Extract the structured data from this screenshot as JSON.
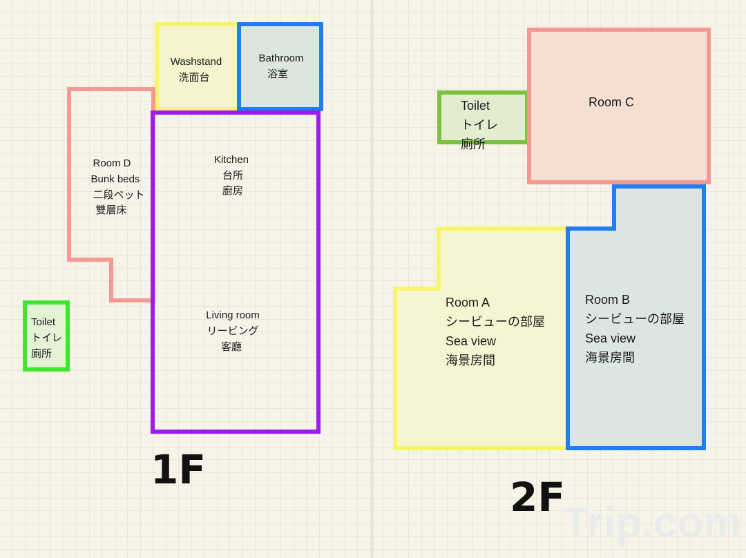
{
  "floor1": {
    "label": "1F",
    "rooms": {
      "washstand": [
        "Washstand",
        "洗面台"
      ],
      "bathroom": [
        "Bathroom",
        "浴室"
      ],
      "room_d": [
        "Room D",
        "Bunk beds",
        "二段ベット",
        "雙層床"
      ],
      "kitchen": [
        "Kitchen",
        "台所",
        "廚房"
      ],
      "living": [
        "Living room",
        "リービング",
        "客廳"
      ],
      "toilet": [
        "Toilet",
        "トイレ",
        "廁所"
      ]
    }
  },
  "floor2": {
    "label": "2F",
    "rooms": {
      "toilet": [
        "Toilet",
        "トイレ",
        "廁所"
      ],
      "room_c": [
        "Room C"
      ],
      "room_a": [
        "Room A",
        "シービューの部屋",
        "Sea view",
        "海景房間"
      ],
      "room_b": [
        "Room B",
        "シービューの部屋",
        "Sea view",
        "海景房間"
      ]
    }
  },
  "watermark": "Trip.com",
  "colors": {
    "yellow": "#f8f56a",
    "blue": "#1f7ff0",
    "pink": "#f59a93",
    "purple": "#9b1bf0",
    "green": "#3ee62d"
  }
}
